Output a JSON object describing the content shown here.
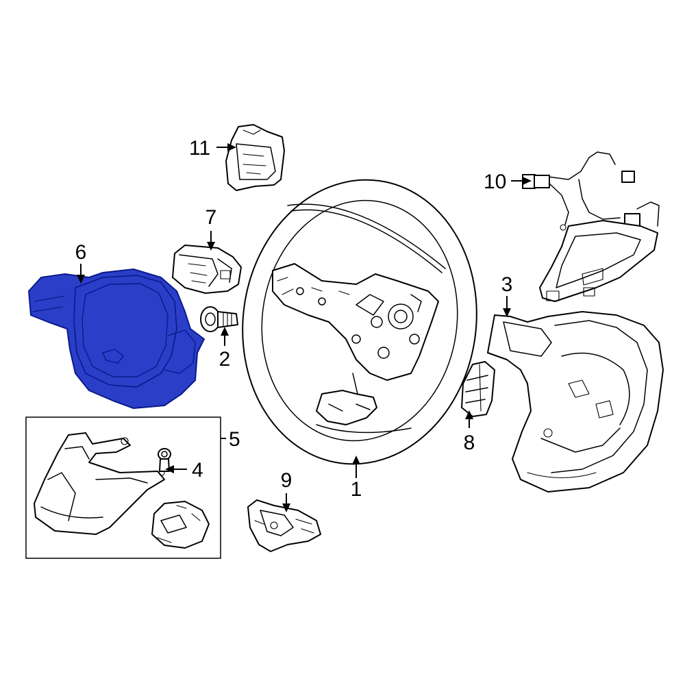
{
  "colors": {
    "background": "#ffffff",
    "line": "#000000",
    "highlight": "#2a3ec8",
    "highlight_line": "#0a1a8a"
  },
  "highlighted_part": "6",
  "callouts": [
    {
      "id": "1",
      "label": "1"
    },
    {
      "id": "2",
      "label": "2"
    },
    {
      "id": "3",
      "label": "3"
    },
    {
      "id": "4",
      "label": "4"
    },
    {
      "id": "5",
      "label": "5"
    },
    {
      "id": "6",
      "label": "6"
    },
    {
      "id": "7",
      "label": "7"
    },
    {
      "id": "8",
      "label": "8"
    },
    {
      "id": "9",
      "label": "9"
    },
    {
      "id": "10",
      "label": "10"
    },
    {
      "id": "11",
      "label": "11"
    }
  ]
}
